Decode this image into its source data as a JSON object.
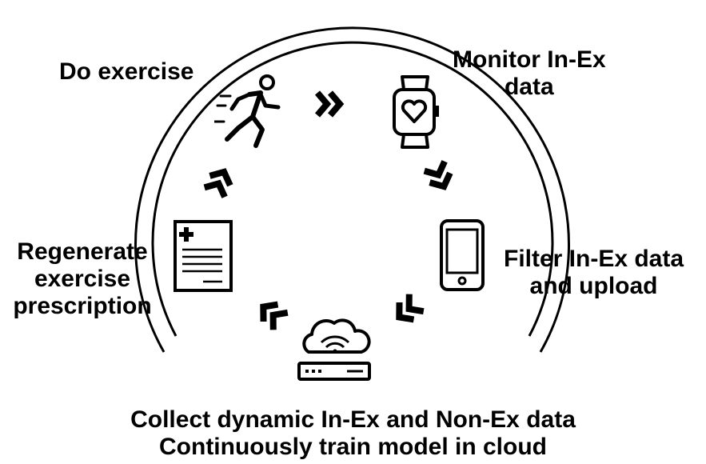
{
  "diagram": {
    "steps": [
      {
        "id": "do-exercise",
        "lines": [
          "Do exercise"
        ],
        "icon": "running-person-icon"
      },
      {
        "id": "monitor",
        "lines": [
          "Monitor In-Ex",
          "data"
        ],
        "icon": "smartwatch-heart-icon"
      },
      {
        "id": "filter",
        "lines": [
          "Filter In-Ex data",
          "and upload"
        ],
        "icon": "smartphone-icon"
      },
      {
        "id": "collect",
        "lines": [
          "Collect dynamic In-Ex and Non-Ex data",
          "Continuously train model in cloud"
        ],
        "icon": "cloud-server-icon"
      },
      {
        "id": "regenerate",
        "lines": [
          "Regenerate",
          "exercise",
          "prescription"
        ],
        "icon": "prescription-document-icon"
      }
    ],
    "cycle_color": "#000000"
  }
}
